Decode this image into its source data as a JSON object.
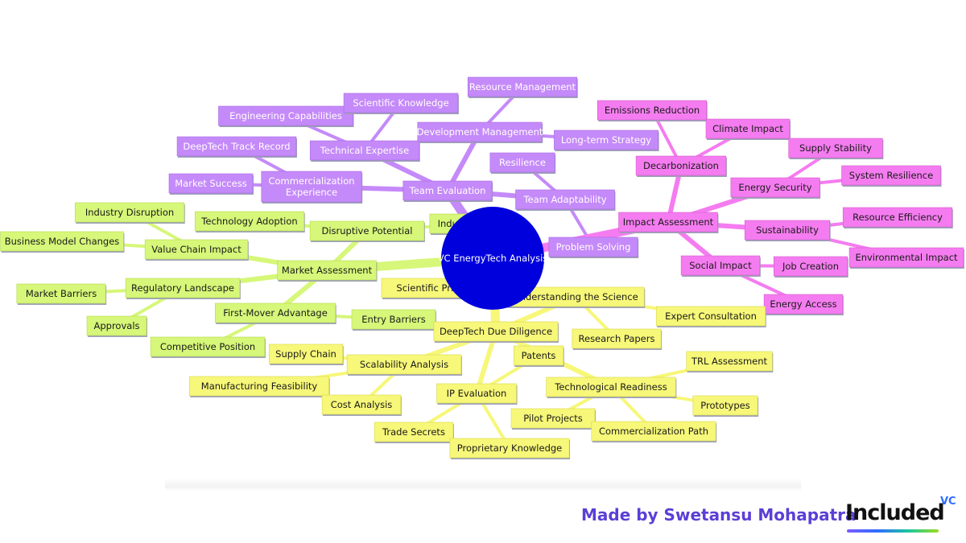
{
  "diagram": {
    "type": "mindmap",
    "colors": {
      "root": "#0000dd",
      "team": "#c58af9",
      "team_stroke": "#a968e6",
      "impact": "#f57cf0",
      "impact_stroke": "#d45ccf",
      "market": "#d6f779",
      "market_stroke": "#b8d94f",
      "deeptech": "#f7f779",
      "deeptech_stroke": "#d8d84f",
      "shadow": "#9ea1b7"
    },
    "root": {
      "id": "root",
      "label": "VC EnergyTech Analysis"
    },
    "nodes": [
      {
        "id": "team",
        "label": "Team Evaluation",
        "parent": "root",
        "group": "team"
      },
      {
        "id": "tech_exp",
        "label": "Technical Expertise",
        "parent": "team",
        "group": "team"
      },
      {
        "id": "eng_cap",
        "label": "Engineering Capabilities",
        "parent": "tech_exp",
        "group": "team"
      },
      {
        "id": "sci_know",
        "label": "Scientific Knowledge",
        "parent": "tech_exp",
        "group": "team"
      },
      {
        "id": "comm_exp",
        "label": "Commercialization Experience",
        "parent": "team",
        "group": "team"
      },
      {
        "id": "dt_track",
        "label": "DeepTech Track Record",
        "parent": "comm_exp",
        "group": "team"
      },
      {
        "id": "mkt_succ",
        "label": "Market Success",
        "parent": "comm_exp",
        "group": "team"
      },
      {
        "id": "dev_mgmt",
        "label": "Development Management",
        "parent": "team",
        "group": "team"
      },
      {
        "id": "res_mgmt",
        "label": "Resource Management",
        "parent": "dev_mgmt",
        "group": "team"
      },
      {
        "id": "lt_strat",
        "label": "Long-term Strategy",
        "parent": "dev_mgmt",
        "group": "team"
      },
      {
        "id": "team_adapt",
        "label": "Team Adaptability",
        "parent": "team",
        "group": "team"
      },
      {
        "id": "resil",
        "label": "Resilience",
        "parent": "team_adapt",
        "group": "team"
      },
      {
        "id": "prob_solv",
        "label": "Problem Solving",
        "parent": "team_adapt",
        "group": "team"
      },
      {
        "id": "impact",
        "label": "Impact Assessment",
        "parent": "root",
        "group": "impact"
      },
      {
        "id": "decarb",
        "label": "Decarbonization",
        "parent": "impact",
        "group": "impact"
      },
      {
        "id": "emis_red",
        "label": "Emissions Reduction",
        "parent": "decarb",
        "group": "impact"
      },
      {
        "id": "clim_imp",
        "label": "Climate Impact",
        "parent": "decarb",
        "group": "impact"
      },
      {
        "id": "en_sec",
        "label": "Energy Security",
        "parent": "impact",
        "group": "impact"
      },
      {
        "id": "sup_stab",
        "label": "Supply Stability",
        "parent": "en_sec",
        "group": "impact"
      },
      {
        "id": "sys_res",
        "label": "System Resilience",
        "parent": "en_sec",
        "group": "impact"
      },
      {
        "id": "sustain",
        "label": "Sustainability",
        "parent": "impact",
        "group": "impact"
      },
      {
        "id": "res_eff",
        "label": "Resource Efficiency",
        "parent": "sustain",
        "group": "impact"
      },
      {
        "id": "env_imp",
        "label": "Environmental Impact",
        "parent": "sustain",
        "group": "impact"
      },
      {
        "id": "soc_imp",
        "label": "Social Impact",
        "parent": "impact",
        "group": "impact"
      },
      {
        "id": "job_cre",
        "label": "Job Creation",
        "parent": "soc_imp",
        "group": "impact"
      },
      {
        "id": "en_acc",
        "label": "Energy Access",
        "parent": "soc_imp",
        "group": "impact"
      },
      {
        "id": "market",
        "label": "Market Assessment",
        "parent": "root",
        "group": "market"
      },
      {
        "id": "disrupt",
        "label": "Disruptive Potential",
        "parent": "market",
        "group": "market"
      },
      {
        "id": "tech_adopt",
        "label": "Technology Adoption",
        "parent": "disrupt",
        "group": "market"
      },
      {
        "id": "ind_imp",
        "label": "Industry Impact",
        "parent": "disrupt",
        "group": "market"
      },
      {
        "id": "vc_impact",
        "label": "Value Chain Impact",
        "parent": "market",
        "group": "market"
      },
      {
        "id": "ind_disr",
        "label": "Industry Disruption",
        "parent": "vc_impact",
        "group": "market"
      },
      {
        "id": "bm_change",
        "label": "Business Model Changes",
        "parent": "vc_impact",
        "group": "market"
      },
      {
        "id": "reg_land",
        "label": "Regulatory Landscape",
        "parent": "market",
        "group": "market"
      },
      {
        "id": "mkt_barr",
        "label": "Market Barriers",
        "parent": "reg_land",
        "group": "market"
      },
      {
        "id": "approv",
        "label": "Approvals",
        "parent": "reg_land",
        "group": "market"
      },
      {
        "id": "first_mov",
        "label": "First-Mover Advantage",
        "parent": "market",
        "group": "market"
      },
      {
        "id": "entry_barr",
        "label": "Entry Barriers",
        "parent": "first_mov",
        "group": "market"
      },
      {
        "id": "comp_pos",
        "label": "Competitive Position",
        "parent": "first_mov",
        "group": "market"
      },
      {
        "id": "dt_dd",
        "label": "DeepTech Due Diligence",
        "parent": "root",
        "group": "deeptech"
      },
      {
        "id": "und_sci",
        "label": "Understanding the Science",
        "parent": "dt_dd",
        "group": "deeptech"
      },
      {
        "id": "sci_princ",
        "label": "Scientific Principles",
        "parent": "und_sci",
        "group": "deeptech"
      },
      {
        "id": "exp_cons",
        "label": "Expert Consultation",
        "parent": "und_sci",
        "group": "deeptech"
      },
      {
        "id": "res_pap",
        "label": "Research Papers",
        "parent": "und_sci",
        "group": "deeptech"
      },
      {
        "id": "scal_an",
        "label": "Scalability Analysis",
        "parent": "dt_dd",
        "group": "deeptech"
      },
      {
        "id": "sup_chain",
        "label": "Supply Chain",
        "parent": "scal_an",
        "group": "deeptech"
      },
      {
        "id": "mfg_feas",
        "label": "Manufacturing Feasibility",
        "parent": "scal_an",
        "group": "deeptech"
      },
      {
        "id": "cost_an",
        "label": "Cost Analysis",
        "parent": "scal_an",
        "group": "deeptech"
      },
      {
        "id": "ip_eval",
        "label": "IP Evaluation",
        "parent": "dt_dd",
        "group": "deeptech"
      },
      {
        "id": "patents",
        "label": "Patents",
        "parent": "ip_eval",
        "group": "deeptech"
      },
      {
        "id": "trade_sec",
        "label": "Trade Secrets",
        "parent": "ip_eval",
        "group": "deeptech"
      },
      {
        "id": "prop_know",
        "label": "Proprietary Knowledge",
        "parent": "ip_eval",
        "group": "deeptech"
      },
      {
        "id": "tech_ready",
        "label": "Technological Readiness",
        "parent": "dt_dd",
        "group": "deeptech"
      },
      {
        "id": "trl",
        "label": "TRL Assessment",
        "parent": "tech_ready",
        "group": "deeptech"
      },
      {
        "id": "proto",
        "label": "Prototypes",
        "parent": "tech_ready",
        "group": "deeptech"
      },
      {
        "id": "pilot",
        "label": "Pilot Projects",
        "parent": "tech_ready",
        "group": "deeptech"
      },
      {
        "id": "comm_path",
        "label": "Commercialization Path",
        "parent": "tech_ready",
        "group": "deeptech"
      }
    ]
  },
  "footer": {
    "credit": "Made by Swetansu Mohapatra",
    "logo_text": "Included",
    "logo_mark": "VC"
  }
}
